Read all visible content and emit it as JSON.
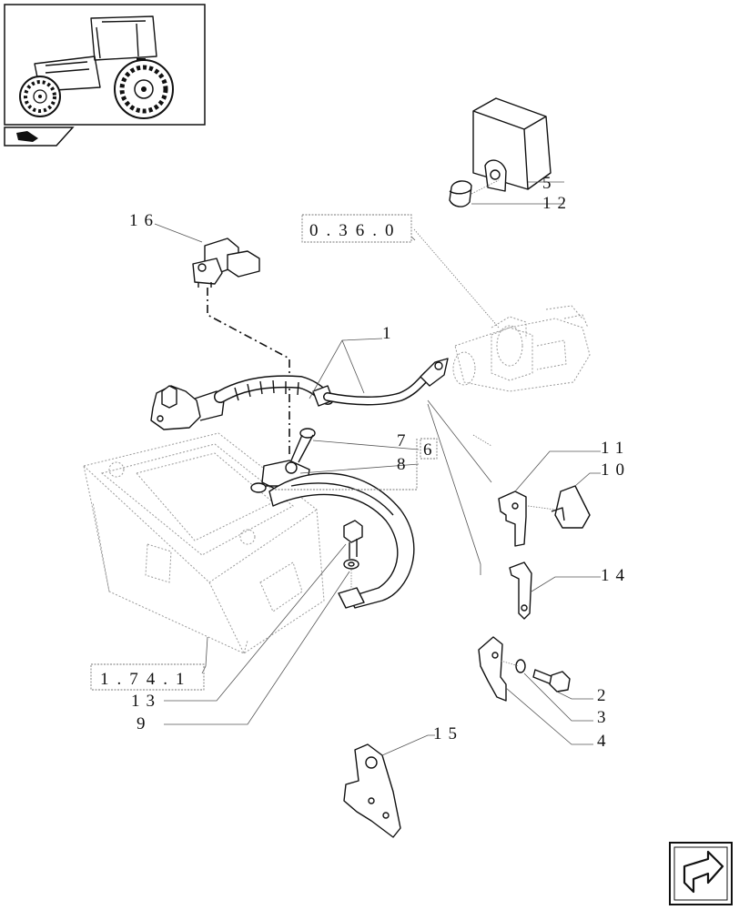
{
  "thumbnail": {
    "icon": "tractor-icon"
  },
  "nav": {
    "prev_icon": "back-arrow-icon",
    "next_icon": "next-page-arrow-icon"
  },
  "references": [
    {
      "id": "ref-036",
      "text": "0.36.0"
    },
    {
      "id": "ref-174",
      "text": "1.74.1"
    }
  ],
  "callouts": {
    "c1": "1",
    "c2": "2",
    "c3": "3",
    "c4": "4",
    "c5": "5",
    "c6": "6",
    "c7": "7",
    "c8": "8",
    "c9": "9",
    "c10": "10",
    "c11": "11",
    "c12": "12",
    "c13": "13",
    "c14": "14",
    "c15": "15",
    "c16": "16"
  }
}
